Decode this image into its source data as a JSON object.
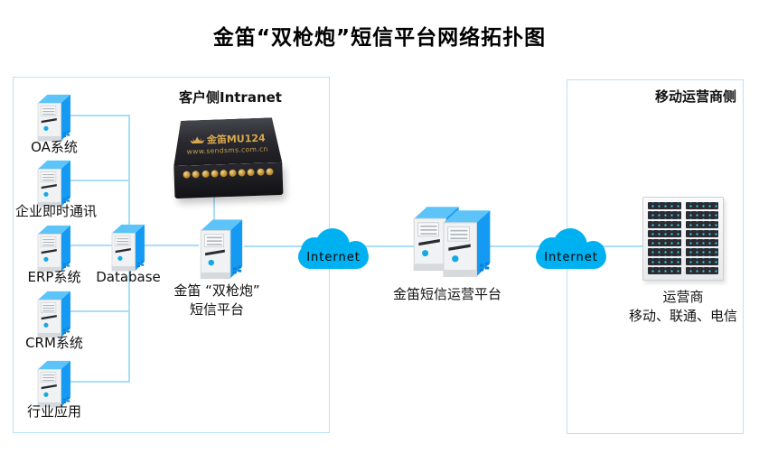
{
  "title": "金笛“双枪炮”短信平台网络拓扑图",
  "colors": {
    "cloud_blue": "#00b1f1",
    "connector_line": "#a9ddf8",
    "zone_border": "#b9e2f7",
    "server_blue": "#149af3",
    "device_gold": "#d2a24c"
  },
  "intranet": {
    "label": "客户侧Intranet",
    "app_servers": [
      {
        "label": "OA系统"
      },
      {
        "label": "企业即时通讯"
      },
      {
        "label": "ERP系统"
      },
      {
        "label": "CRM系统"
      },
      {
        "label": "行业应用"
      }
    ],
    "database": {
      "label": "Database"
    },
    "gateway_device": {
      "brand": "金笛MU124",
      "website": "www.sendsms.com.cn",
      "antenna_count": 10
    },
    "sms_platform": {
      "label_line1": "金笛 “双枪炮”",
      "label_line2": "短信平台"
    }
  },
  "internet_clouds": [
    {
      "label": "Internet"
    },
    {
      "label": "Internet"
    }
  ],
  "operator_platform": {
    "label": "金笛短信运营平台"
  },
  "carrier": {
    "label": "移动运营商侧",
    "rack": {
      "rows": 8,
      "columns": 2
    },
    "rack_label_line1": "运营商",
    "rack_label_line2": "移动、联通、电信"
  },
  "icons": {
    "server-tower-icon": "blue 3d tower pc",
    "cloud-icon": "solid blue cloud",
    "gateway-device-icon": "black sms modem box with gold antenna ports",
    "server-rack-icon": "white rack with dark units and cyan leds",
    "lotus-logo-icon": "gold lotus brand mark"
  }
}
